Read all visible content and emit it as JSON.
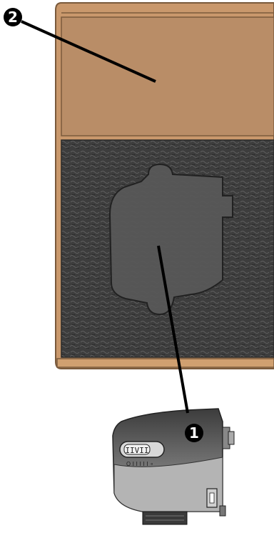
{
  "callouts": [
    {
      "number": "1",
      "glyph": "➊",
      "target": "device"
    },
    {
      "number": "2",
      "glyph": "➋",
      "target": "case-lid"
    }
  ],
  "colors": {
    "case_tan": "#b98d67",
    "case_edge": "#8a6a4a",
    "case_trim": "#d0a070",
    "foam_dark": "#3d3d3d",
    "foam_light": "#5a5a5a",
    "device_dark": "#4a4a4a",
    "device_light": "#a8a8a8"
  },
  "icons": [
    "callout-1-badge",
    "callout-2-badge",
    "camera-device-icon",
    "foam-cutout-icon"
  ]
}
